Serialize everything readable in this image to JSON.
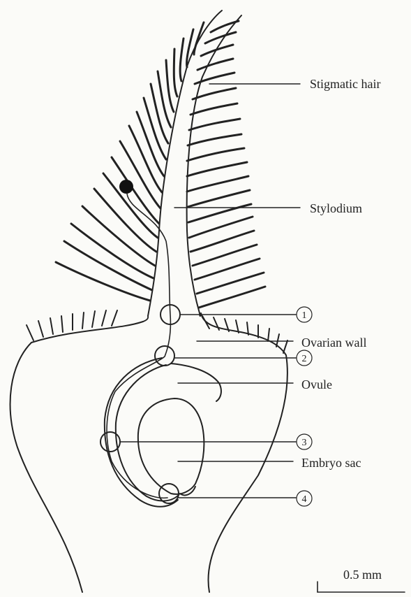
{
  "labels": {
    "stigmatic_hair": "Stigmatic hair",
    "stylodium": "Stylodium",
    "ovarian_wall": "Ovarian wall",
    "ovule": "Ovule",
    "embryo_sac": "Embryo sac"
  },
  "markers": [
    "1",
    "2",
    "3",
    "4"
  ],
  "scale_bar": {
    "label": "0.5 mm"
  }
}
